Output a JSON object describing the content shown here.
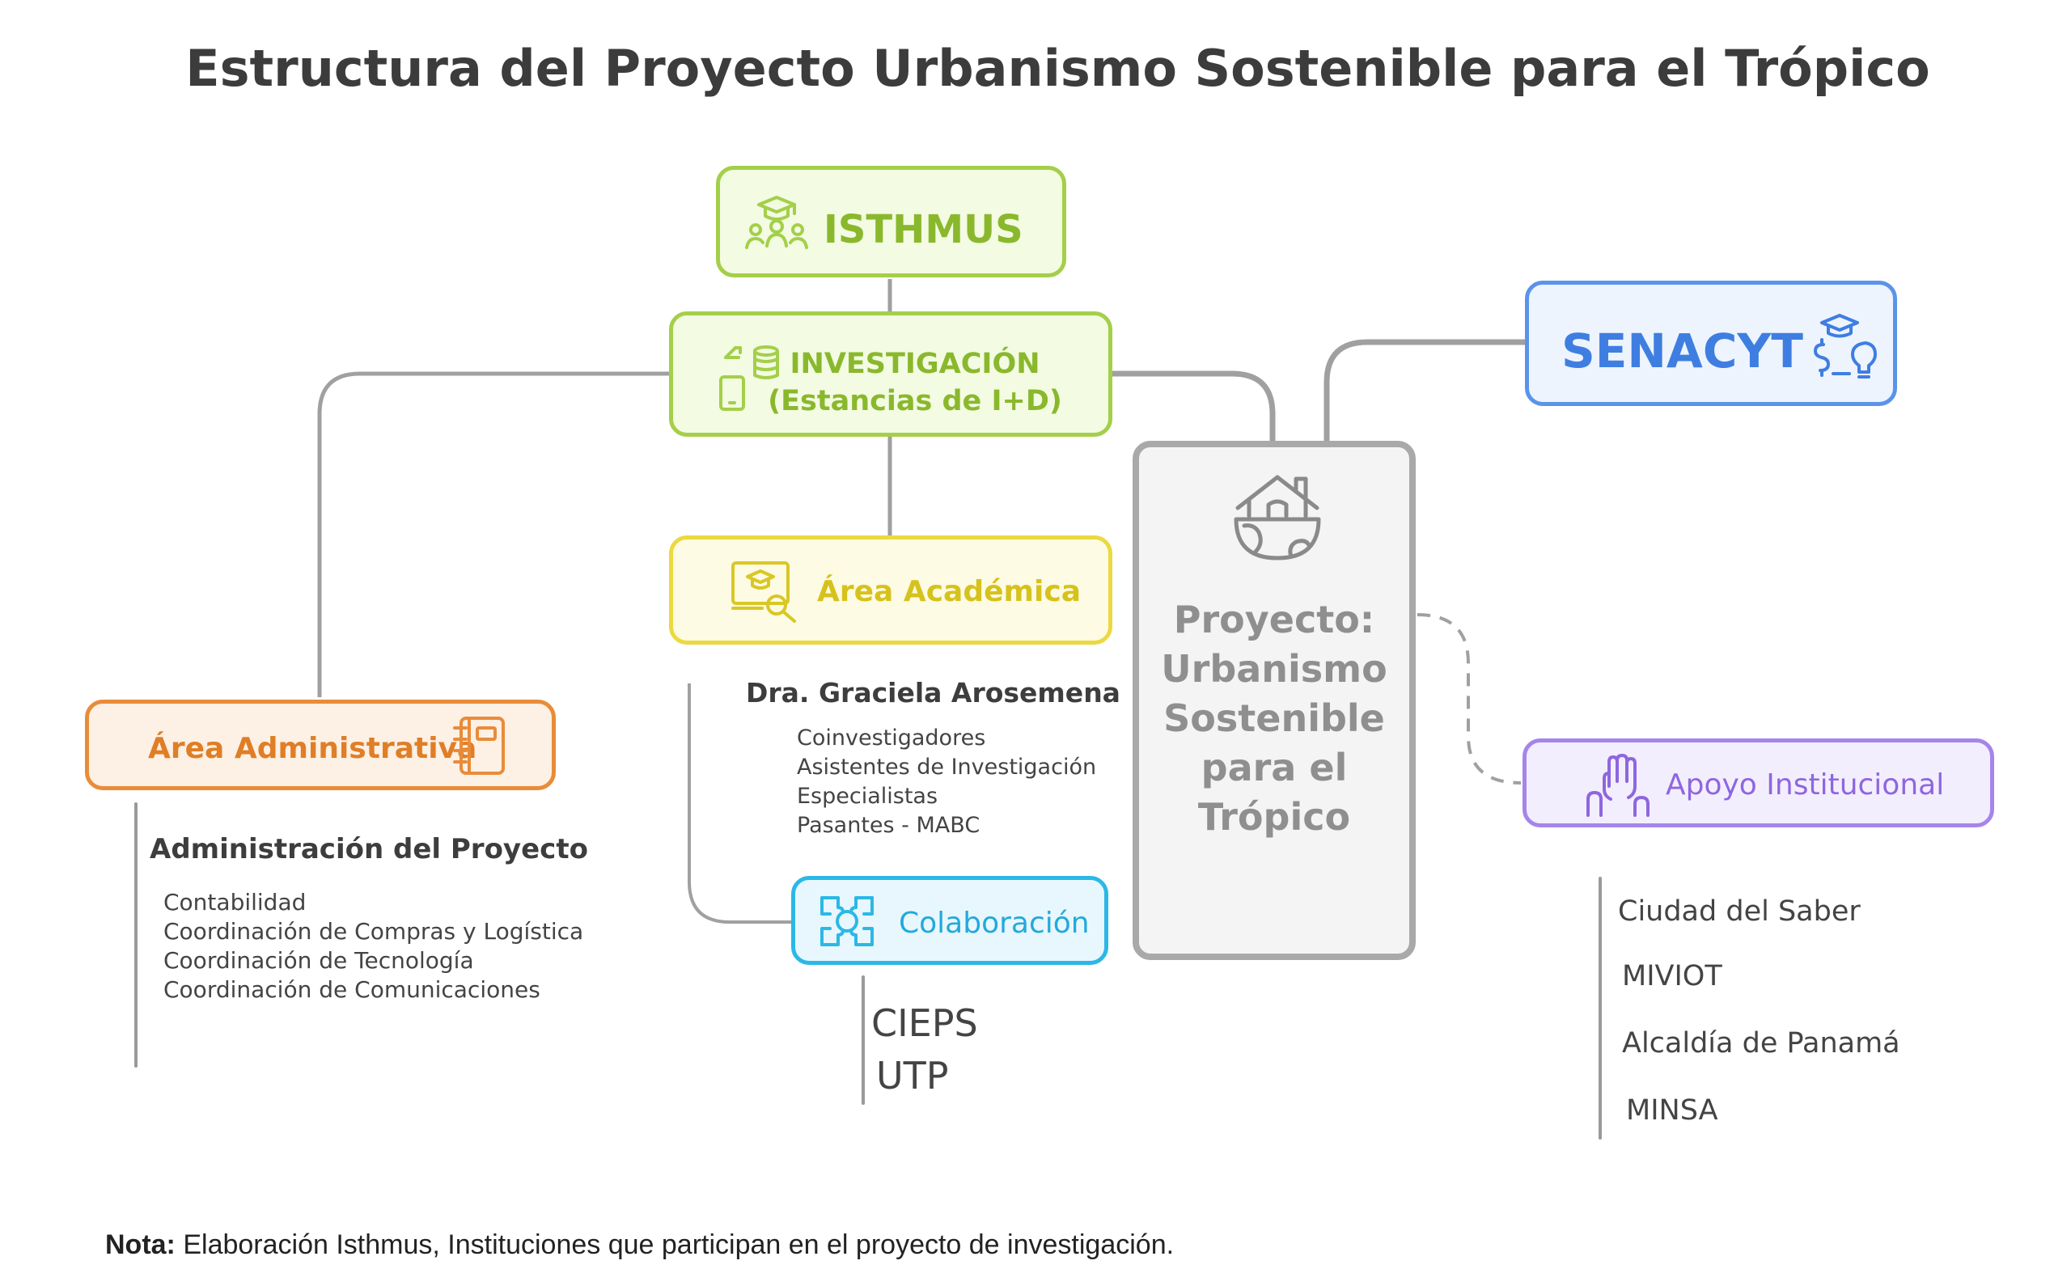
{
  "title": "Estructura del Proyecto Urbanismo Sostenible para el Trópico",
  "colors": {
    "green_border": "#a4cf4a",
    "green_fill": "#f3fbe2",
    "green_text": "#8ab82d",
    "yellow_border": "#ebd93f",
    "yellow_fill": "#fdfbe3",
    "yellow_text": "#d6c21c",
    "orange_border": "#e88c3a",
    "orange_fill": "#fdf0e4",
    "orange_text": "#e07e26",
    "cyan_border": "#2bb8e6",
    "cyan_fill": "#e8f7fd",
    "cyan_text": "#23a9dc",
    "blue_border": "#5a93ea",
    "blue_fill": "#edf4fe",
    "blue_text": "#3f7ee1",
    "purple_border": "#a585ea",
    "purple_fill": "#f3eefd",
    "purple_text": "#8e66e0",
    "gray_border": "#a9a9a9",
    "gray_fill": "#f4f4f4",
    "gray_text": "#8f8f8f",
    "connector": "#a0a0a0"
  },
  "nodes": {
    "isthmus": {
      "label": "ISTHMUS",
      "icon": "graduation-group-icon"
    },
    "investigacion": {
      "line1": "INVESTIGACIÓN",
      "line2": "(Estancias de I+D)",
      "icon": "devices-database-icon"
    },
    "academica": {
      "label": "Área Académica",
      "icon": "academic-search-icon",
      "lead": "Dra. Graciela Arosemena",
      "items": [
        "Coinvestigadores",
        "Asistentes de Investigación",
        "Especialistas",
        "Pasantes - MABC"
      ]
    },
    "administrativa": {
      "label": "Área Administrativa",
      "icon": "notebook-icon",
      "lead": "Administración del Proyecto",
      "items": [
        "Contabilidad",
        "Coordinación de Compras y Logística",
        "Coordinación de Tecnología",
        "Coordinación de Comunicaciones"
      ]
    },
    "colaboracion": {
      "label": "Colaboración",
      "icon": "puzzle-hands-icon",
      "items": [
        "CIEPS",
        "UTP"
      ]
    },
    "proyecto": {
      "lines": [
        "Proyecto:",
        "Urbanismo",
        "Sostenible",
        "para el",
        "Trópico"
      ],
      "icon": "house-globe-icon"
    },
    "senacyt": {
      "label": "SENACYT",
      "icon": "graduation-idea-icon"
    },
    "apoyo": {
      "label": "Apoyo Institucional",
      "icon": "raised-hands-icon",
      "items": [
        "Ciudad del Saber",
        "MIVIOT",
        "Alcaldía de Panamá",
        "MINSA"
      ]
    }
  },
  "note": {
    "label": "Nota:",
    "text": " Elaboración Isthmus, Instituciones que participan en el proyecto de investigación."
  }
}
